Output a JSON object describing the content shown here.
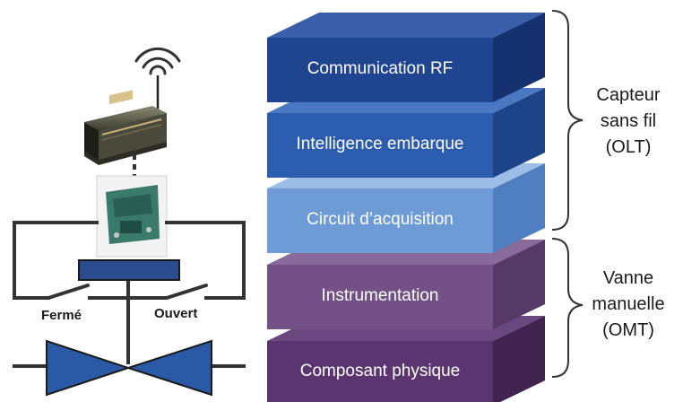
{
  "layers": [
    {
      "label": "Communication RF",
      "color": "#1f4591"
    },
    {
      "label": "Intelligence embarque",
      "color": "#2b5cad"
    },
    {
      "label": "Circuit d’acquisition",
      "color": "#6e9bd6"
    },
    {
      "label": "Instrumentation",
      "color": "#735186"
    },
    {
      "label": "Composant physique",
      "color": "#5b3570"
    }
  ],
  "groups": [
    {
      "lines": [
        "Capteur",
        "sans fil",
        "(OLT)"
      ]
    },
    {
      "lines": [
        "Vanne",
        "manuelle",
        "(OMT)"
      ]
    }
  ],
  "valve": {
    "closed_label": "Fermé",
    "open_label": "Ouvert",
    "body_color": "#2a59a6",
    "bar_color": "#2b4d8f"
  }
}
